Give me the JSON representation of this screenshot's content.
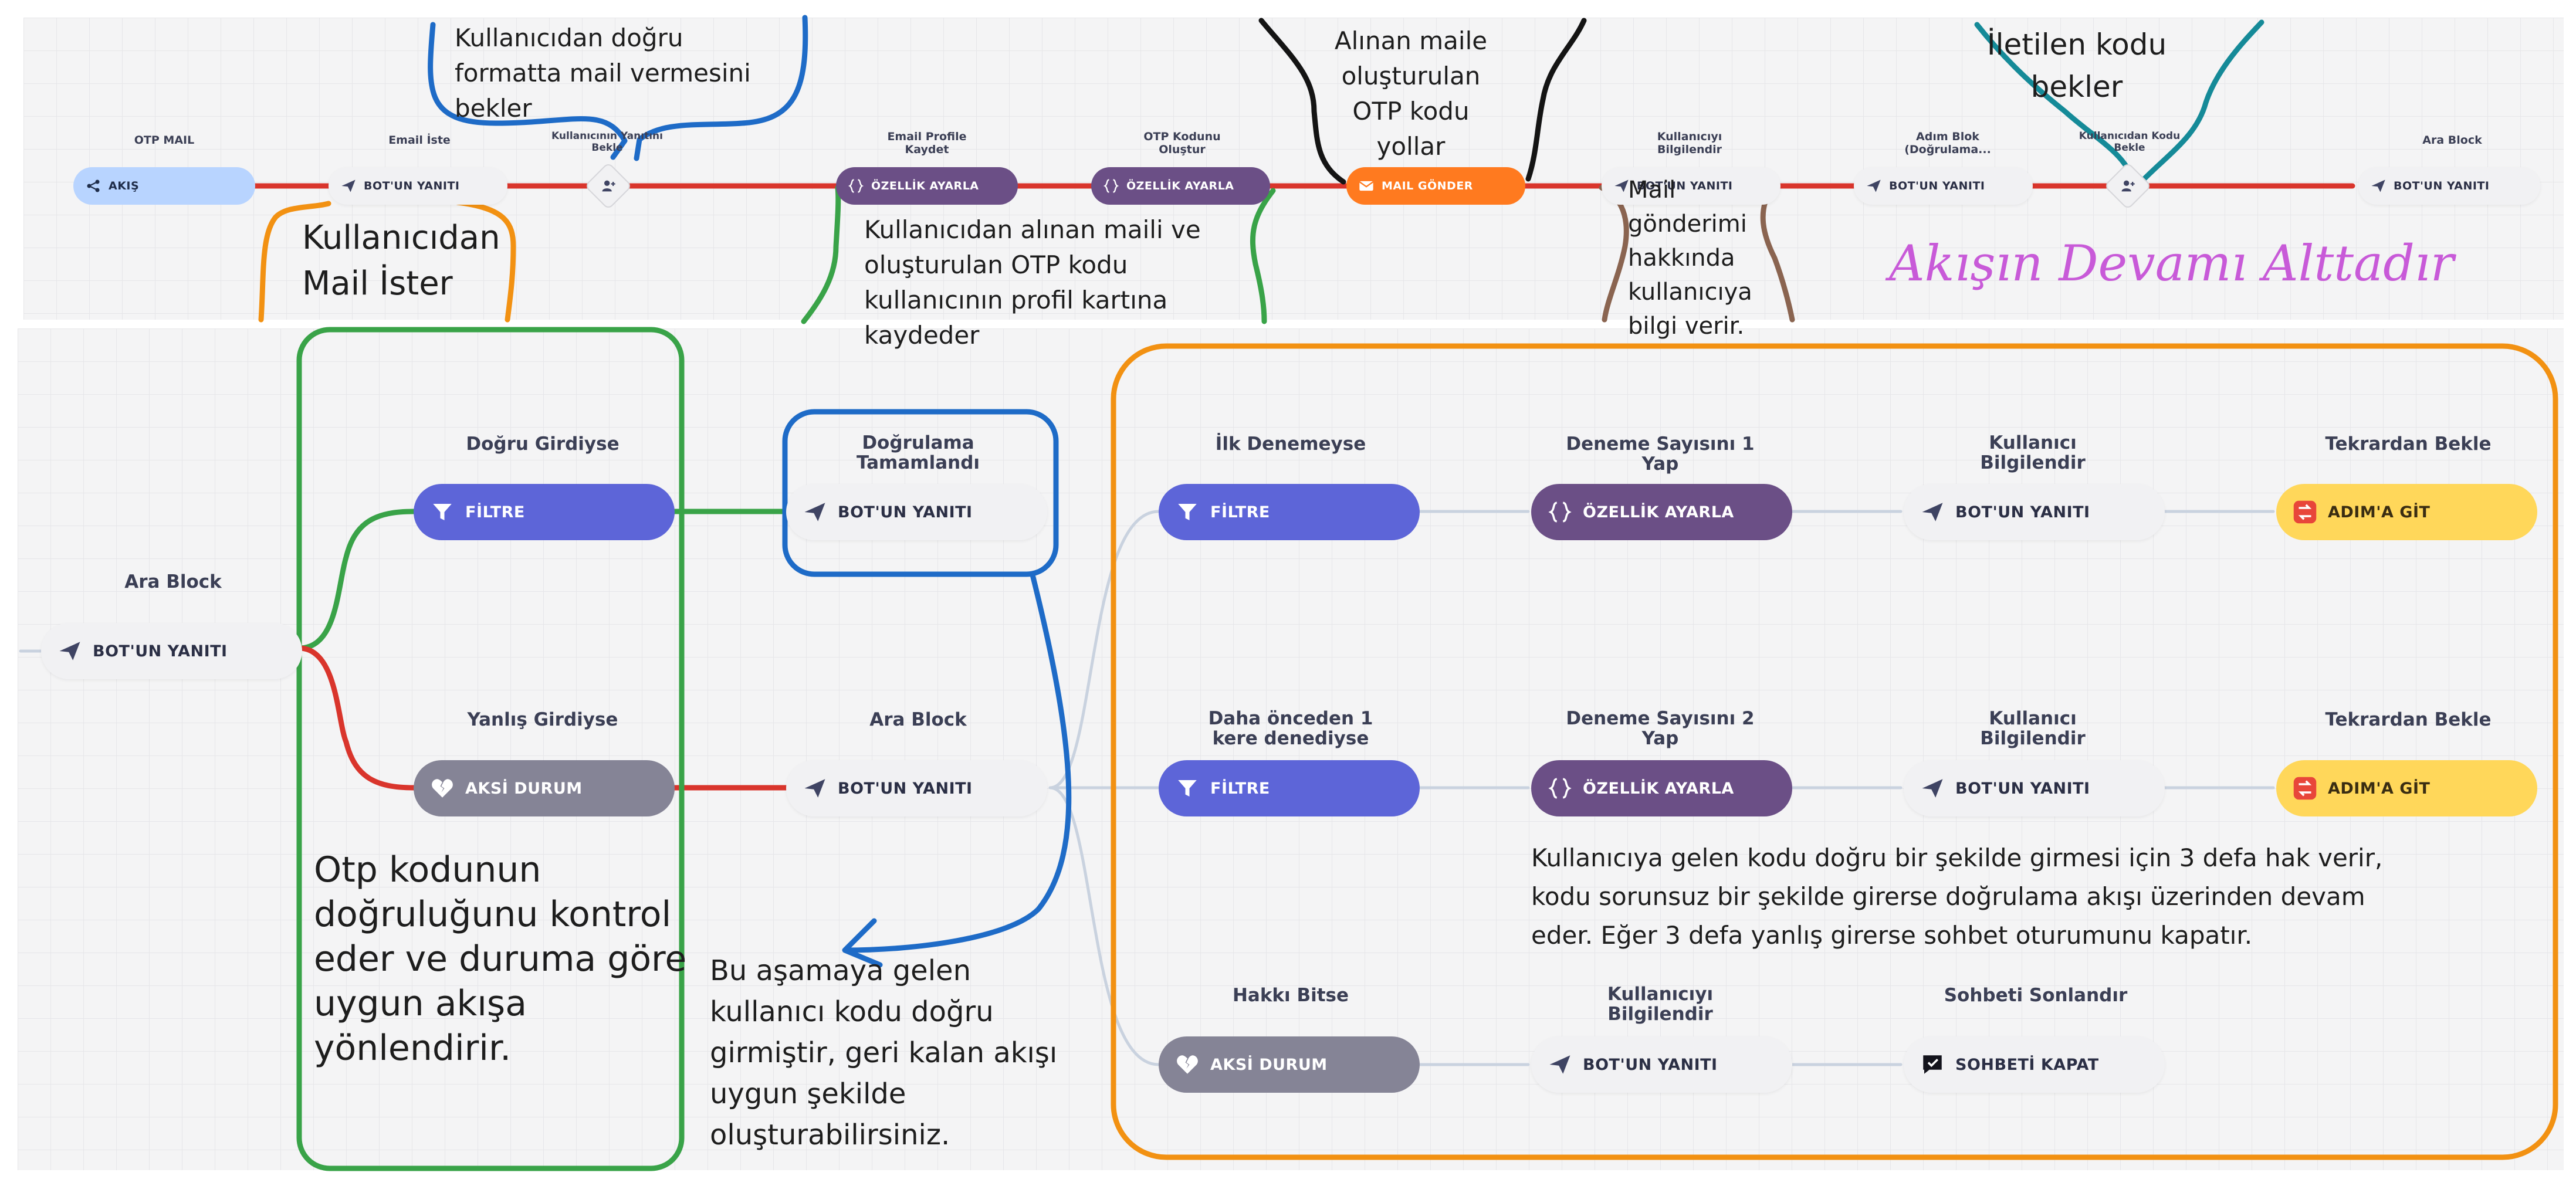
{
  "top_flow": {
    "nodes": {
      "akis": "AKIŞ",
      "bot_yaniti": "BOT'UN YANITI",
      "ozellik_ayarla": "ÖZELLİK AYARLA",
      "mail_gonder": "MAIL GÖNDER"
    },
    "labels": {
      "otp_mail": "OTP MAIL",
      "email_iste": "Email İste",
      "kullanicinin_yanitini_bekle": "Kullanıcının Yanıtını Bekle",
      "email_profile_kaydet": "Email Profile Kaydet",
      "otp_kodunu_olustur": "OTP Kodunu Oluştur",
      "kullaniciyi_bilgilendir": "Kullanıcıyı Bilgilendir",
      "adim_blok": "Adım Blok (Doğrulama...",
      "kullanicidan_kodu_bekle": "Kullanıcıdan Kodu Bekle",
      "ara_block": "Ara Block"
    }
  },
  "bottom_flow": {
    "nodes": {
      "bot_yaniti": "BOT'UN YANITI",
      "filtre": "FİLTRE",
      "aksi_durum": "AKSİ DURUM",
      "ozellik_ayarla": "ÖZELLİK AYARLA",
      "adima_git": "ADIM'A GİT",
      "sohbeti_kapat": "SOHBETİ KAPAT"
    },
    "labels": {
      "ara_block": "Ara Block",
      "dogru_girdiyse": "Doğru Girdiyse",
      "yanlis_girdiyse": "Yanlış Girdiyse",
      "dogrulama_tamamlandi": "Doğrulama Tamamlandı",
      "ilk_denemeyse": "İlk Denemeyse",
      "daha_once": "Daha önceden 1 kere denediyse",
      "hakki_bitse": "Hakkı Bitse",
      "deneme_sayisini_1": "Deneme Sayısını 1 Yap",
      "deneme_sayisini_2": "Deneme Sayısını 2 Yap",
      "kullanici_bilgilendir": "Kullanıcı Bilgilendir",
      "kullaniciyi_bilgilendir": "Kullanıcıyı Bilgilendir",
      "tekrardan_bekle": "Tekrardan Bekle",
      "sohbeti_sonlandir": "Sohbeti Sonlandır"
    }
  },
  "annotations": {
    "mail_format": [
      "Kullanıcıdan doğru",
      "formatta  mail vermesini",
      "bekler"
    ],
    "mail_ister": [
      "Kullanıcıdan",
      "Mail İster"
    ],
    "profile_save": [
      "Kullanıcıdan alınan maili ve",
      "oluşturulan OTP kodu",
      "kullanıcının profil kartına",
      "kaydeder"
    ],
    "otp_send": [
      "Alınan maile",
      "oluşturulan",
      "OTP kodu",
      "yollar"
    ],
    "mail_info": [
      "Mail",
      "gönderimi",
      "hakkında",
      "kullanıcıya",
      "bilgi verir."
    ],
    "wait_code": [
      "İletilen kodu",
      "bekler"
    ],
    "continue_below": "Akışın Devamı Alttadır",
    "otp_check": [
      "Otp kodunun",
      "doğruluğunu kontrol",
      "eder ve duruma göre",
      "uygun akışa",
      "yönlendirir."
    ],
    "verified": [
      "Bu aşamaya gelen",
      "kullanıcı kodu doğru",
      "girmiştir, geri kalan akışı",
      "uygun şekilde",
      "oluşturabilirsiniz."
    ],
    "retry": [
      "Kullanıcıya gelen kodu doğru bir şekilde  girmesi için 3 defa hak verir,",
      "kodu sorunsuz bir şekilde girerse doğrulama akışı üzerinden devam",
      "eder. Eğer 3 defa yanlış girerse sohbet oturumunu kapatır."
    ]
  }
}
